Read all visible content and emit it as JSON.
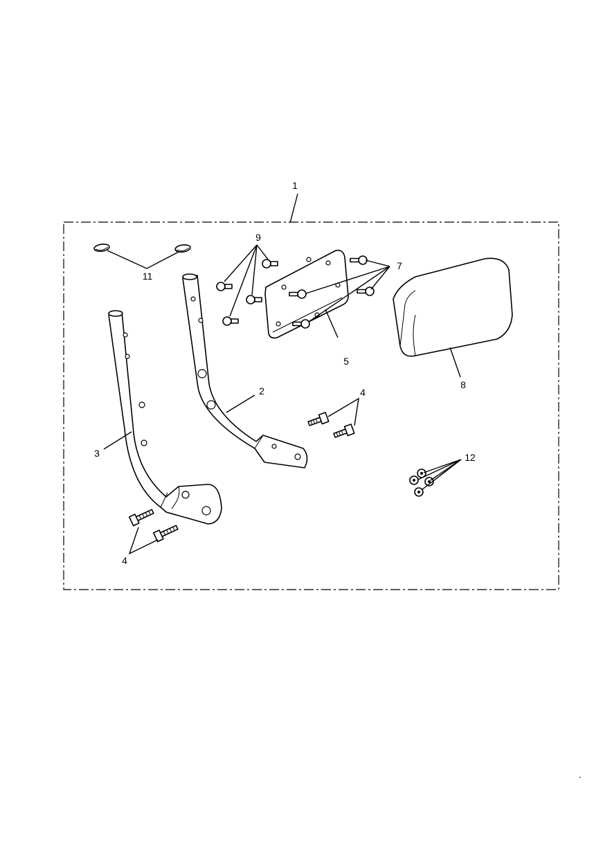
{
  "diagram": {
    "callouts": {
      "c1": "1",
      "c2": "2",
      "c3": "3",
      "c4a": "4",
      "c4b": "4",
      "c5": "5",
      "c7": "7",
      "c8": "8",
      "c9": "9",
      "c11": "11",
      "c12": "12"
    },
    "footer_mark": "."
  }
}
